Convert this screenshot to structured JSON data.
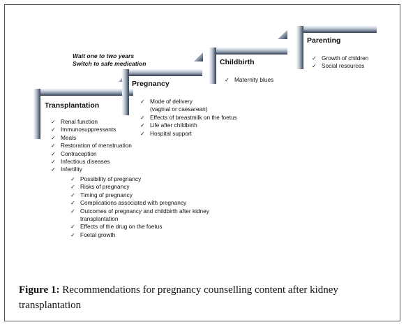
{
  "stages": [
    {
      "title": "Transplantation",
      "items": [
        [
          "Renal function"
        ],
        [
          "Immunosuppressants"
        ],
        [
          "Meals"
        ],
        [
          "Restoration of menstruation"
        ],
        [
          "Contraception"
        ],
        [
          "Infectious diseases"
        ],
        [
          "Infertility"
        ]
      ],
      "subitems": [
        [
          "Possibility of pregnancy"
        ],
        [
          "Risks of pregnancy"
        ],
        [
          "Timing of pregnancy"
        ],
        [
          "Complications associated with pregnancy"
        ],
        [
          "Outcomes of pregnancy and childbirth after kidney",
          "transplantation"
        ],
        [
          "Effects of the drug on the foetus"
        ],
        [
          "Foetal growth"
        ]
      ]
    },
    {
      "title": "Pregnancy",
      "items": [
        [
          "Mode of delivery",
          "(vaginal or caesarean)"
        ],
        [
          "Effects of breastmilk on the foetus"
        ],
        [
          "Life after childbirth"
        ],
        [
          "Hospital support"
        ]
      ]
    },
    {
      "title": "Childbirth",
      "items": [
        [
          "Maternity blues"
        ]
      ]
    },
    {
      "title": "Parenting",
      "items": [
        [
          "Growth of children"
        ],
        [
          "Social resources"
        ]
      ]
    }
  ],
  "note": {
    "line1": "Wait one to two years",
    "line2": "Switch to safe medication"
  },
  "caption": {
    "label": "Figure 1:",
    "text": " Recommendations for pregnancy counselling content after kidney transplantation"
  },
  "colors": {
    "bar_light": "#eef1f6",
    "bar_mid": "#b9c2cf",
    "bar_dark": "#3d4a5c",
    "frame": "#555555"
  }
}
